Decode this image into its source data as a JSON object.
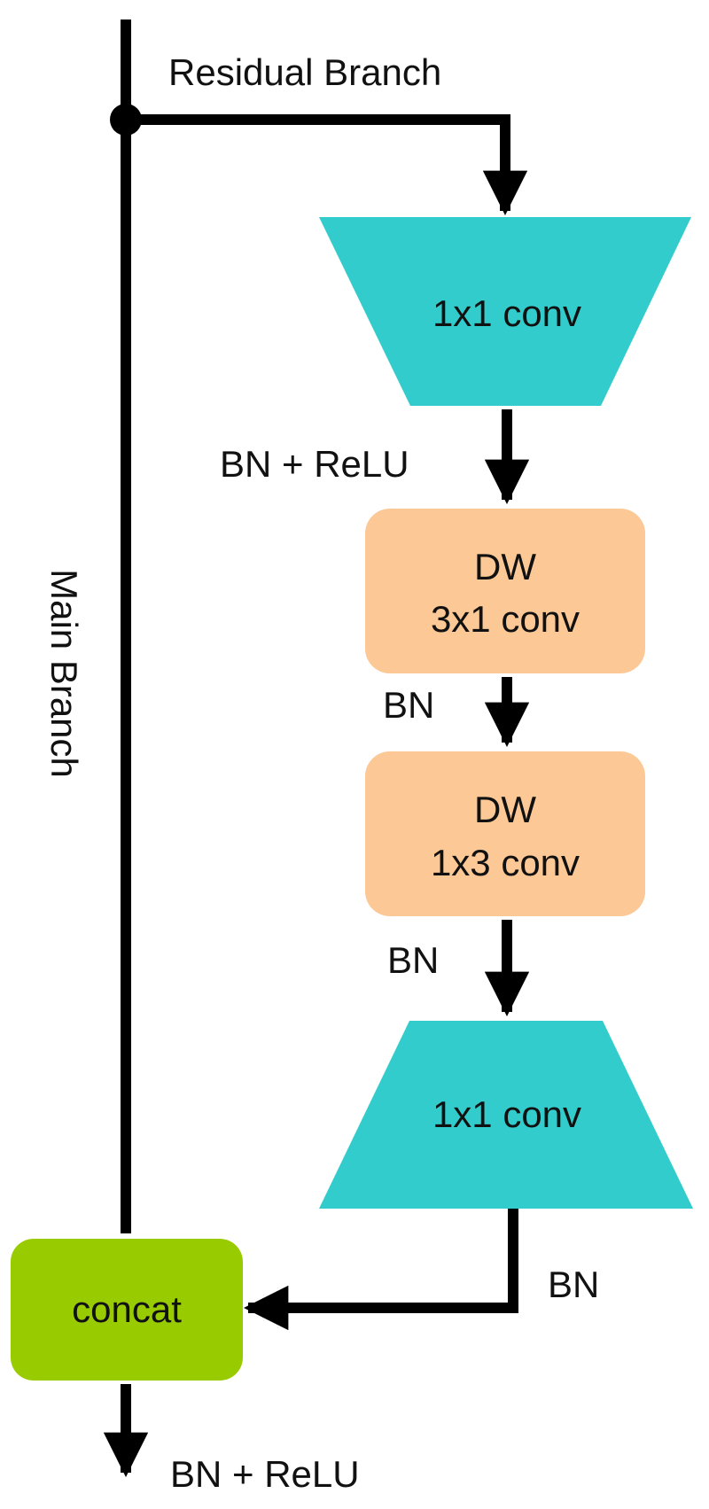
{
  "labels": {
    "residual_branch": "Residual Branch",
    "main_branch": "Main Branch",
    "bn_relu_after_first_conv": "BN + ReLU",
    "bn_after_dw_3x1": "BN",
    "bn_after_dw_1x3": "BN",
    "bn_after_second_conv": "BN",
    "bn_relu_output": "BN + ReLU"
  },
  "blocks": {
    "conv1": {
      "text": "1x1 conv",
      "color": "#33CCCC"
    },
    "dw_3x1": {
      "line1": "DW",
      "line2": "3x1 conv",
      "color": "#FCC895"
    },
    "dw_1x3": {
      "line1": "DW",
      "line2": "1x3 conv",
      "color": "#FCC895"
    },
    "conv2": {
      "text": "1x1 conv",
      "color": "#33CCCC"
    },
    "concat": {
      "text": "concat",
      "color": "#99CC00"
    }
  },
  "colors": {
    "line": "#000000",
    "text": "#111111"
  }
}
